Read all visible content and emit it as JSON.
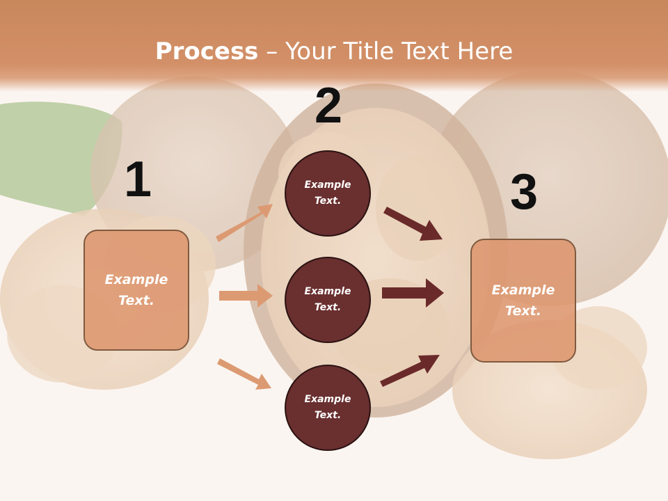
{
  "slide": {
    "title_bold": "Process",
    "title_rest": " – Your Title Text Here"
  },
  "steps": {
    "n1": "1",
    "n2": "2",
    "n3": "3"
  },
  "left_box": {
    "text": "Example Text."
  },
  "right_box": {
    "text": "Example Text."
  },
  "circles": [
    {
      "text": "Example Text."
    },
    {
      "text": "Example Text."
    },
    {
      "text": "Example Text."
    }
  ],
  "colors": {
    "header": "#c9875c",
    "box_fill": "#dd966e",
    "box_border": "#7f5a3f",
    "circle_fill": "#6a2f2f",
    "arrow_light": "#dc9a72",
    "arrow_dark": "#6a2a2a"
  }
}
